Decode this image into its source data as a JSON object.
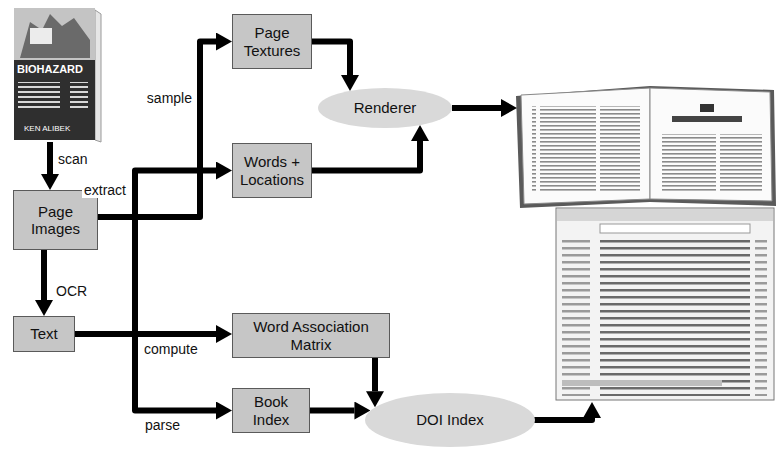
{
  "diagram": {
    "nodes": [
      {
        "text": [
          "Page Images"
        ]
      },
      {
        "text": [
          "Text"
        ]
      },
      {
        "text": [
          "Page Textures"
        ]
      },
      {
        "text": [
          "Words + Locations"
        ]
      },
      {
        "text": [
          "Word Association Matrix"
        ]
      },
      {
        "text": [
          "Book Index"
        ]
      },
      {
        "text": [
          "Renderer"
        ]
      },
      {
        "text": [
          "DOI Index"
        ]
      }
    ],
    "edges": [
      {
        "from": 0,
        "to": 1,
        "label": "OCR",
        "arrow": "to"
      },
      {
        "from": 0,
        "to": 2,
        "label": "sample",
        "arrow": "to"
      },
      {
        "from": 1,
        "to": 3,
        "label": "extract",
        "arrow": "to"
      },
      {
        "from": 1,
        "to": 4,
        "label": "compute",
        "arrow": "to"
      },
      {
        "from": 1,
        "to": 5,
        "label": "parse",
        "arrow": "to"
      },
      {
        "from": 2,
        "to": 6,
        "arrow": "to"
      },
      {
        "from": 3,
        "to": 6,
        "arrow": "to"
      },
      {
        "from": 4,
        "to": 7,
        "arrow": "to"
      },
      {
        "from": 5,
        "to": 7,
        "arrow": "to"
      }
    ],
    "labels": [
      "BIOHAZARD",
      "KEN ALIBEK",
      "scan"
    ]
  }
}
